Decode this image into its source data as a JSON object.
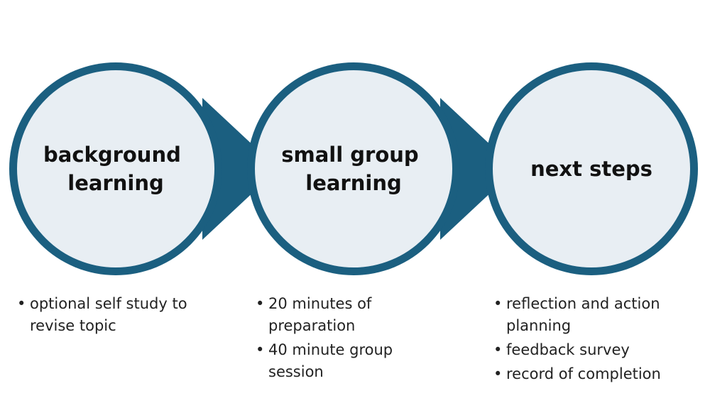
{
  "colors": {
    "ring": "#1b5f80",
    "fill": "#e8eef3",
    "text": "#111111"
  },
  "stages": [
    {
      "title_lines": [
        "background",
        "learning"
      ],
      "bullets": [
        "optional self study to revise topic"
      ]
    },
    {
      "title_lines": [
        "small group",
        "learning"
      ],
      "bullets": [
        "20 minutes of preparation",
        "40 minute group session"
      ]
    },
    {
      "title_lines": [
        "next steps"
      ],
      "bullets": [
        "reflection and action planning",
        "feedback survey",
        "record of completion"
      ]
    }
  ]
}
